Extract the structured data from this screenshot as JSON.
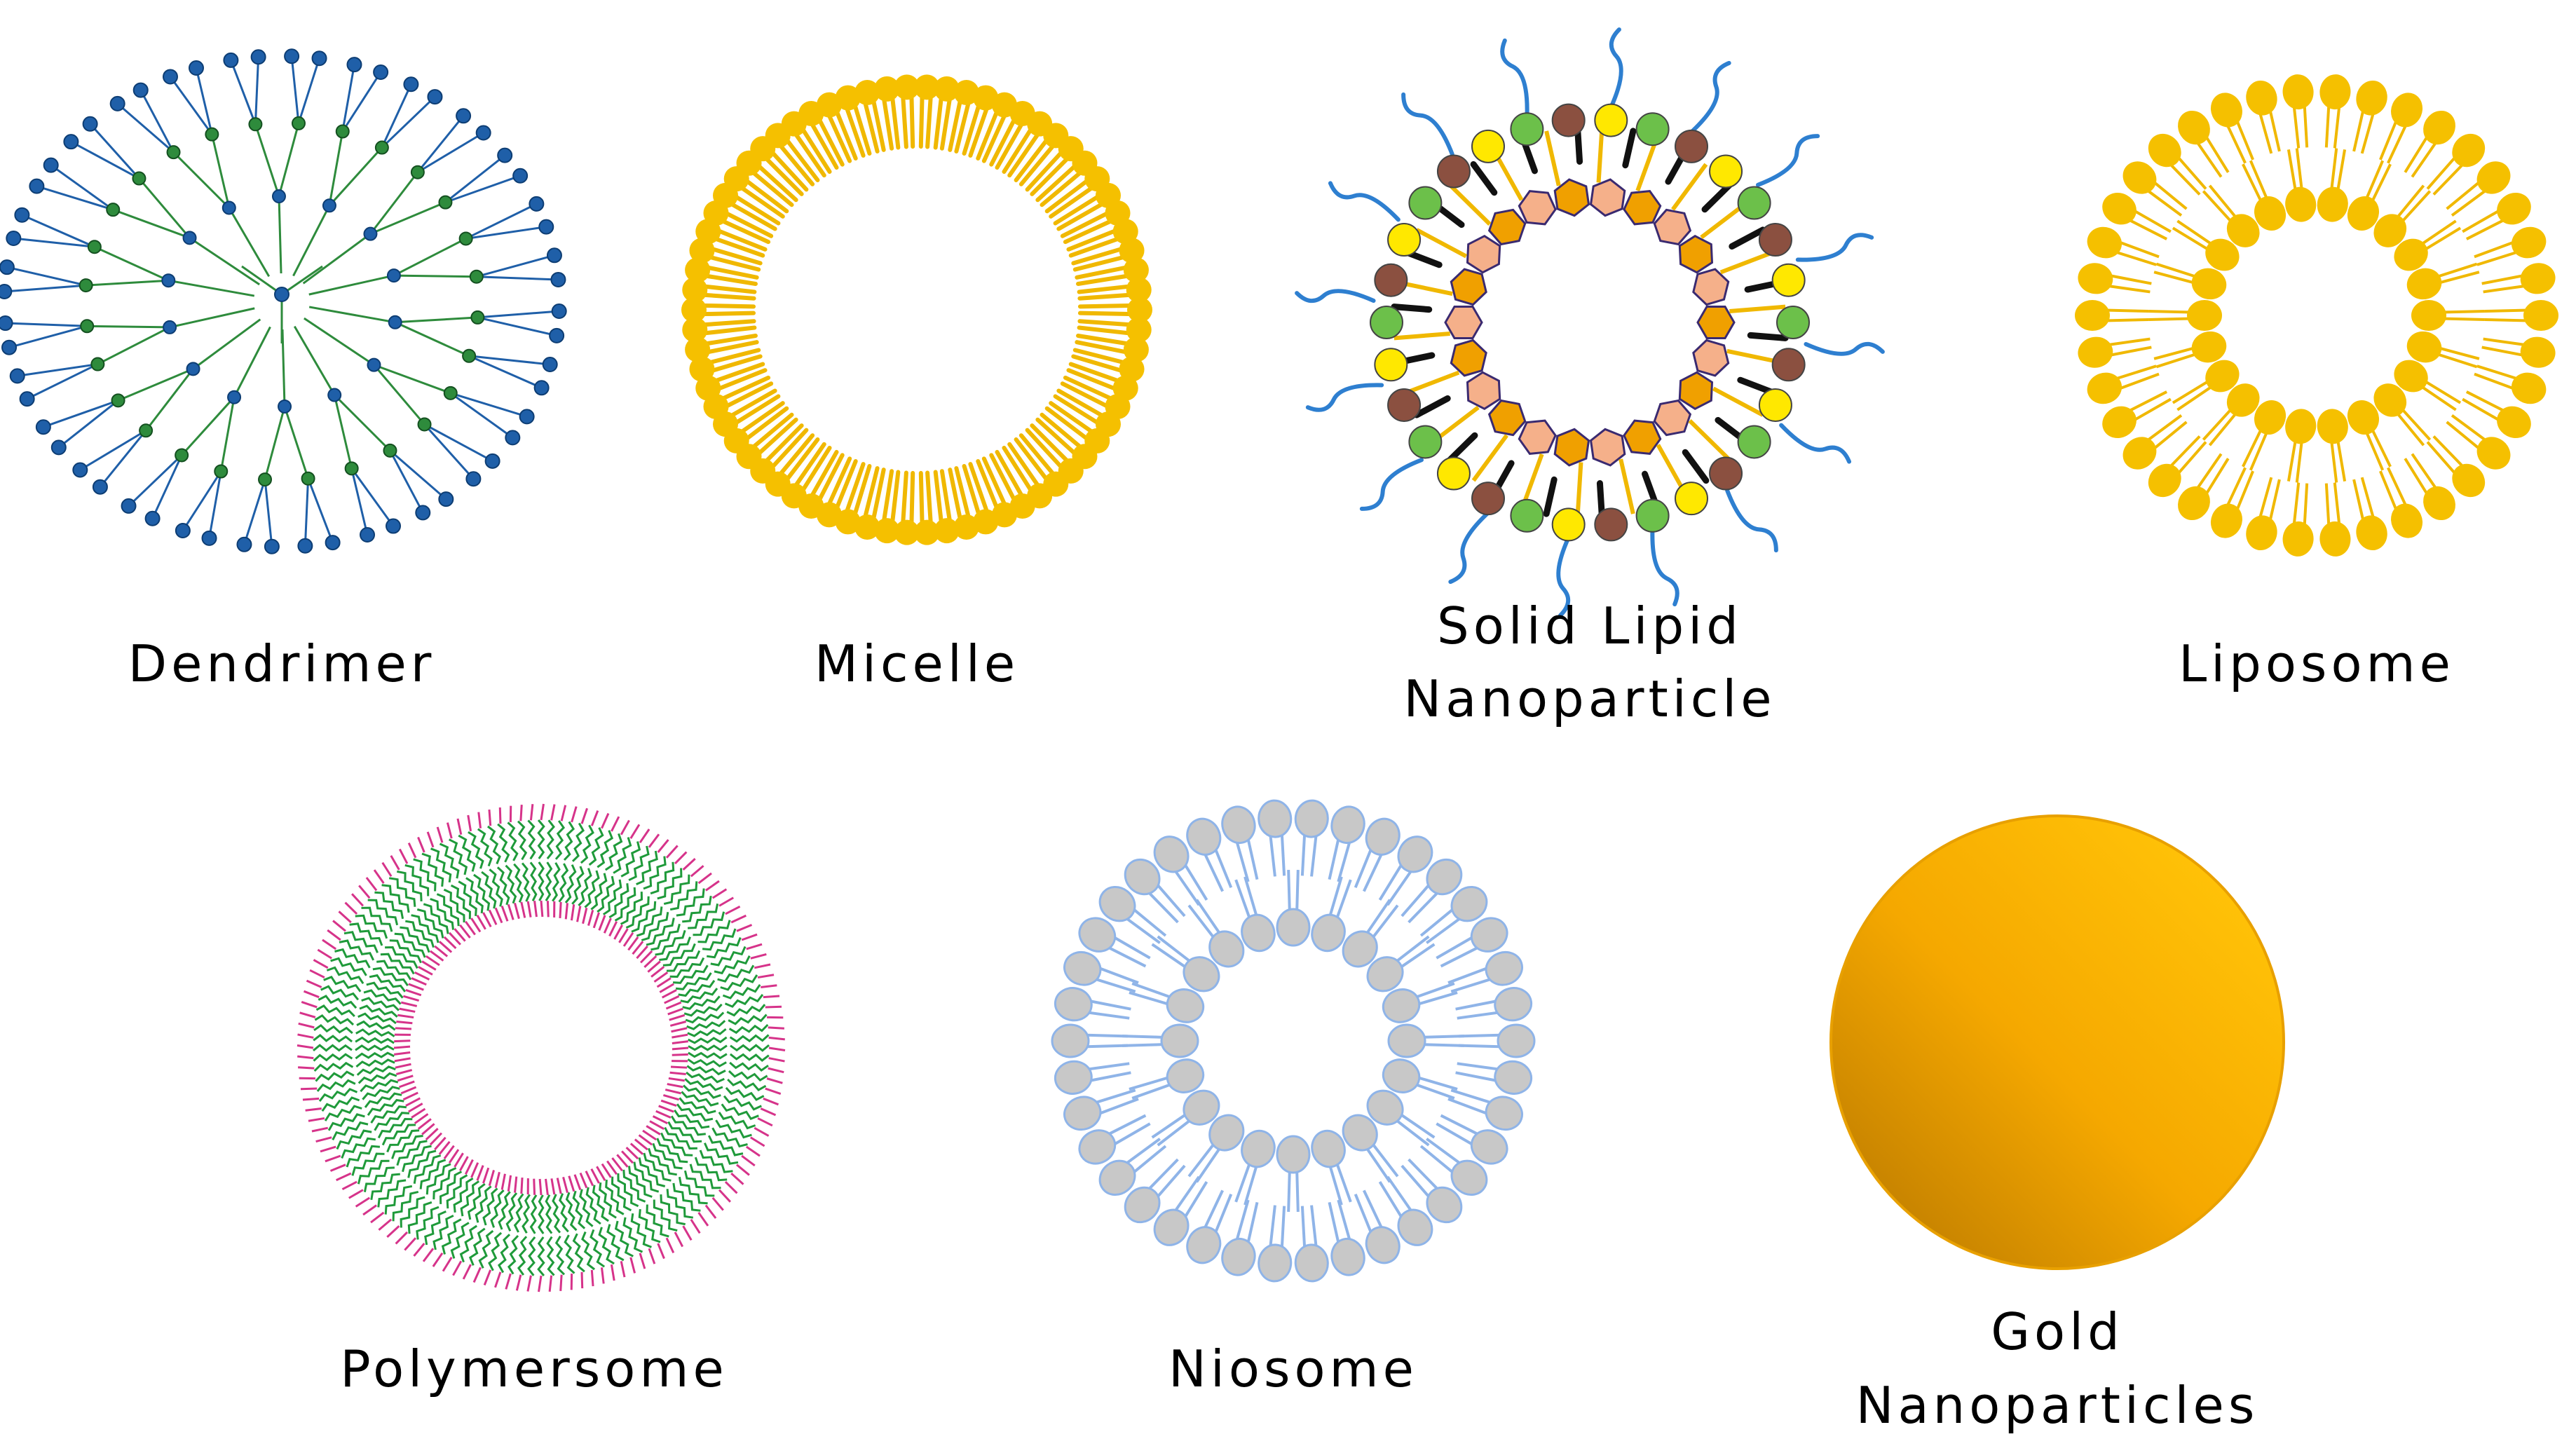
{
  "panels": [
    {
      "id": "dendrimer",
      "label_lines": [
        "Dendrimer"
      ]
    },
    {
      "id": "micelle",
      "label_lines": [
        "Micelle"
      ]
    },
    {
      "id": "sln",
      "label_lines": [
        "Solid Lipid",
        "Nanoparticle"
      ]
    },
    {
      "id": "liposome",
      "label_lines": [
        "Liposome"
      ]
    },
    {
      "id": "polymersome",
      "label_lines": [
        "Polymersome"
      ]
    },
    {
      "id": "niosome",
      "label_lines": [
        "Niosome"
      ]
    },
    {
      "id": "gold",
      "label_lines": [
        "Gold",
        "Nanoparticles"
      ]
    }
  ],
  "colors": {
    "dendrimer_core": "#2e8b3c",
    "dendrimer_outer": "#1f5fa8",
    "lipid_head": "#f5c000",
    "lipid_tail": "#f0b800",
    "sln_green": "#6cc04a",
    "sln_brown": "#8b5040",
    "sln_yellow": "#ffe800",
    "sln_peg": "#2e7fd0",
    "polymer_green": "#1f9a3a",
    "polymer_pink": "#d6338a",
    "niosome_head": "#c8c8c8",
    "niosome_line": "#8fb4e8",
    "gold_light": "#ffc107",
    "gold_dark": "#c98500"
  }
}
